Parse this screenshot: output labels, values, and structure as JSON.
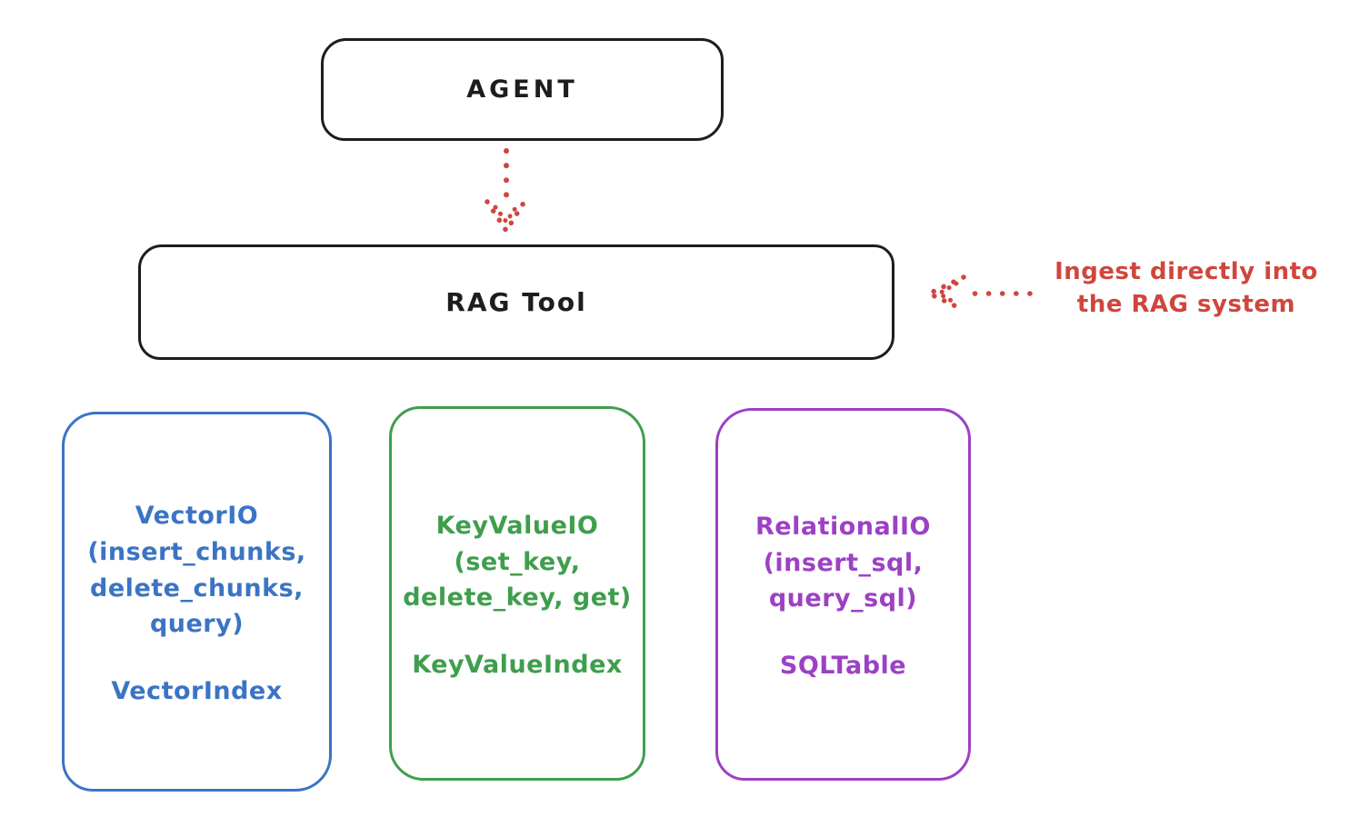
{
  "diagram": {
    "agent": {
      "label": "AGENT"
    },
    "rag_tool": {
      "label": "RAG Tool"
    },
    "annotation": {
      "text": "Ingest directly into\nthe RAG system"
    },
    "modules": [
      {
        "name": "vector-io",
        "io_text": "VectorIO\n(insert_chunks,\ndelete_chunks,\nquery)",
        "index_text": "VectorIndex",
        "color": "#3b74c4"
      },
      {
        "name": "keyvalue-io",
        "io_text": "KeyValueIO\n(set_key,\ndelete_key, get)",
        "index_text": "KeyValueIndex",
        "color": "#3f9e4d"
      },
      {
        "name": "relational-io",
        "io_text": "RelationalIO\n(insert_sql,\nquery_sql)",
        "index_text": "SQLTable",
        "color": "#9c41c4"
      }
    ],
    "colors": {
      "ink": "#1d1d1d",
      "accent_red": "#d0463c",
      "blue": "#3b74c4",
      "green": "#3f9e4d",
      "purple": "#9c41c4",
      "background": "#ffffff"
    }
  }
}
